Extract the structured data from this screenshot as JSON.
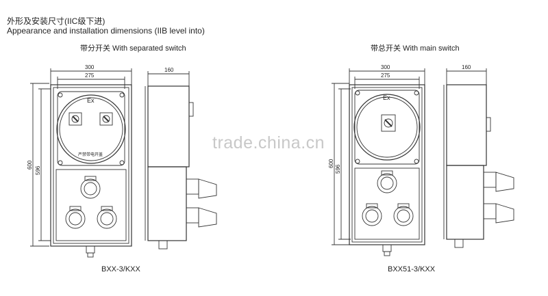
{
  "header": {
    "title_cn": "外形及安装尺寸(IIC级下进)",
    "title_en": "Appearance and installation dimensions  (IIB level into)"
  },
  "left_figure": {
    "caption": "带分开关 With separated switch",
    "dim_top_outer": "300",
    "dim_top_inner": "275",
    "dim_side": "160",
    "dim_height_outer": "600",
    "dim_height_inner": "596",
    "ex_mark": "Ex",
    "panel_label": "严禁带电开盖",
    "model": "BXX-3/KXX"
  },
  "right_figure": {
    "caption": "带总开关 With main switch",
    "dim_top_outer": "300",
    "dim_top_inner": "275",
    "dim_side": "160",
    "dim_height_outer": "600",
    "dim_height_inner": "596",
    "ex_mark": "Ex",
    "model": "BXX51-3/KXX"
  },
  "watermark": "trade.china.cn",
  "colors": {
    "line": "#333333",
    "watermark": "#c8c8c8"
  }
}
